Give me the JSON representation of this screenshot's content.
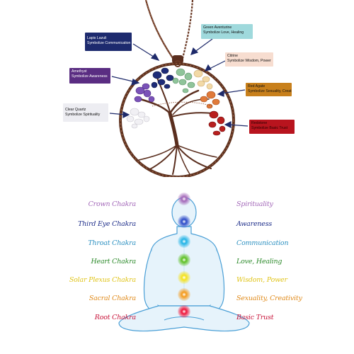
{
  "callouts": [
    {
      "stone": "Lapis Lazuli",
      "meaning": "Symbolize Communication",
      "bg": "#1d2a6e",
      "fg": "#ffffff",
      "key": "lapis"
    },
    {
      "stone": "Green Aventurine",
      "meaning": "Symbolize Love, Healing",
      "bg": "#9fd9dc",
      "fg": "#111111",
      "key": "green"
    },
    {
      "stone": "Amethyst",
      "meaning": "Symbolize Awareness",
      "bg": "#5a2d82",
      "fg": "#ffffff",
      "key": "amethyst"
    },
    {
      "stone": "Citrine",
      "meaning": "Symbolize Wisdom, Power",
      "bg": "#f7ddd0",
      "fg": "#111111",
      "key": "citrine"
    },
    {
      "stone": "Red Agate",
      "meaning": "Symbolize Sexuality, Creativity",
      "bg": "#c8801c",
      "fg": "#111111",
      "key": "agate"
    },
    {
      "stone": "Clear Quartz",
      "meaning": "Symbolize Spirituality",
      "bg": "#ededf2",
      "fg": "#111111",
      "key": "quartz"
    },
    {
      "stone": "Redstone",
      "meaning": "Symbolize Basic Trust",
      "bg": "#b8141e",
      "fg": "#2a0000",
      "key": "red"
    }
  ],
  "chakras": [
    {
      "name": "Crown Chakra",
      "meaning": "Spirituality",
      "color": "#a266b8"
    },
    {
      "name": "Third Eye Chakra",
      "meaning": "Awareness",
      "color": "#1e2e8a"
    },
    {
      "name": "Throat Chakra",
      "meaning": "Communication",
      "color": "#2a8fc0"
    },
    {
      "name": "Heart Chakra",
      "meaning": "Love, Healing",
      "color": "#2c8a2a"
    },
    {
      "name": "Solar Plexus Chakra",
      "meaning": "Wisdom, Power",
      "color": "#e0c419"
    },
    {
      "name": "Sacral Chakra",
      "meaning": "Sexuality, Creativity",
      "color": "#e08a1a"
    },
    {
      "name": "Root Chakra",
      "meaning": "Basic Trust",
      "color": "#c8143a"
    }
  ],
  "colors": {
    "copper": "#6b3a26",
    "copper_light": "#a86a4a",
    "arrow": "#1e2a6a",
    "silhouette_line": "#4a9fd6",
    "silhouette_fill": "#e6f3fb"
  }
}
